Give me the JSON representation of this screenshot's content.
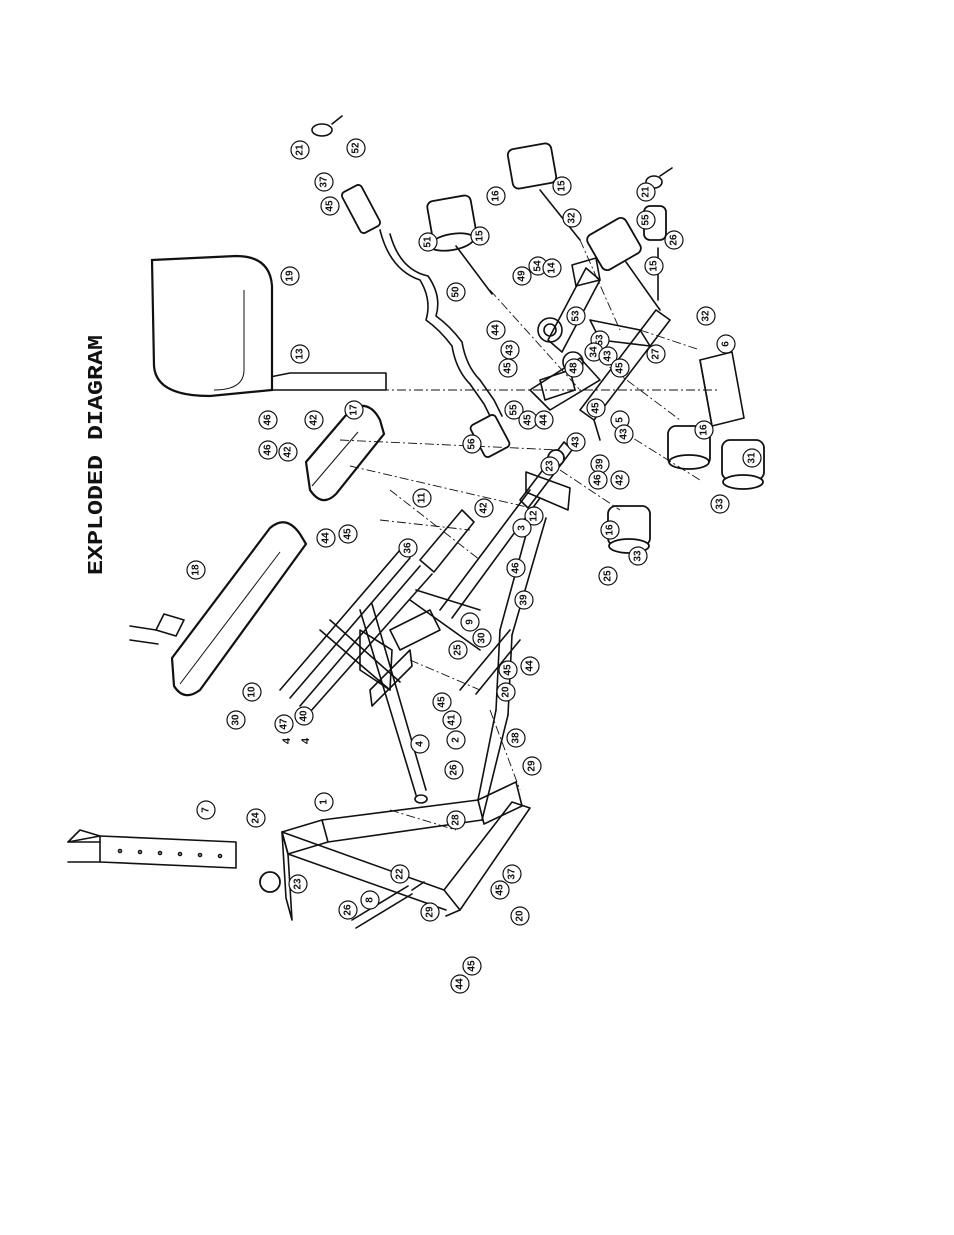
{
  "title": "EXPLODED DIAGRAM",
  "callouts": [
    {
      "id": "p21a",
      "label": "21"
    },
    {
      "id": "p52",
      "label": "52"
    },
    {
      "id": "p37a",
      "label": "37"
    },
    {
      "id": "p45a",
      "label": "45"
    },
    {
      "id": "p51",
      "label": "51"
    },
    {
      "id": "p50",
      "label": "50"
    },
    {
      "id": "p16a",
      "label": "16"
    },
    {
      "id": "p15a",
      "label": "15"
    },
    {
      "id": "p15b",
      "label": "15"
    },
    {
      "id": "p32a",
      "label": "32"
    },
    {
      "id": "p21b",
      "label": "21"
    },
    {
      "id": "p55",
      "label": "55"
    },
    {
      "id": "p26a",
      "label": "26"
    },
    {
      "id": "p15c",
      "label": "15"
    },
    {
      "id": "p54",
      "label": "54"
    },
    {
      "id": "p14",
      "label": "14"
    },
    {
      "id": "p49",
      "label": "49"
    },
    {
      "id": "p19",
      "label": "19"
    },
    {
      "id": "p13",
      "label": "13"
    },
    {
      "id": "p44a",
      "label": "44"
    },
    {
      "id": "p43a",
      "label": "43"
    },
    {
      "id": "p53a",
      "label": "53"
    },
    {
      "id": "p53b",
      "label": "53"
    },
    {
      "id": "p34",
      "label": "34"
    },
    {
      "id": "p45b",
      "label": "45"
    },
    {
      "id": "p48",
      "label": "48"
    },
    {
      "id": "p43b",
      "label": "43"
    },
    {
      "id": "p27",
      "label": "27"
    },
    {
      "id": "p32b",
      "label": "32"
    },
    {
      "id": "p6",
      "label": "6"
    },
    {
      "id": "p45c",
      "label": "45"
    },
    {
      "id": "p55b",
      "label": "55"
    },
    {
      "id": "p45d",
      "label": "45"
    },
    {
      "id": "p44b",
      "label": "44"
    },
    {
      "id": "p5",
      "label": "5"
    },
    {
      "id": "p43c",
      "label": "43"
    },
    {
      "id": "p45e",
      "label": "45"
    },
    {
      "id": "p17",
      "label": "17"
    },
    {
      "id": "p46a",
      "label": "46"
    },
    {
      "id": "p42a",
      "label": "42"
    },
    {
      "id": "p46b",
      "label": "46"
    },
    {
      "id": "p42b",
      "label": "42"
    },
    {
      "id": "p56",
      "label": "56"
    },
    {
      "id": "p23a",
      "label": "23"
    },
    {
      "id": "p39a",
      "label": "39"
    },
    {
      "id": "p43d",
      "label": "43"
    },
    {
      "id": "p16b",
      "label": "16"
    },
    {
      "id": "p31",
      "label": "31"
    },
    {
      "id": "p46c",
      "label": "46"
    },
    {
      "id": "p42c",
      "label": "42"
    },
    {
      "id": "p33a",
      "label": "33"
    },
    {
      "id": "p11",
      "label": "11"
    },
    {
      "id": "p12",
      "label": "12"
    },
    {
      "id": "p42d",
      "label": "42"
    },
    {
      "id": "p3",
      "label": "3"
    },
    {
      "id": "p16c",
      "label": "16"
    },
    {
      "id": "p33b",
      "label": "33"
    },
    {
      "id": "p25a",
      "label": "25"
    },
    {
      "id": "p46d",
      "label": "46"
    },
    {
      "id": "p36",
      "label": "36"
    },
    {
      "id": "p45f",
      "label": "45"
    },
    {
      "id": "p44c",
      "label": "44"
    },
    {
      "id": "p18",
      "label": "18"
    },
    {
      "id": "p39b",
      "label": "39"
    },
    {
      "id": "p9",
      "label": "9"
    },
    {
      "id": "p30a",
      "label": "30"
    },
    {
      "id": "p25b",
      "label": "25"
    },
    {
      "id": "p44d",
      "label": "44"
    },
    {
      "id": "p45g",
      "label": "45"
    },
    {
      "id": "p20a",
      "label": "20"
    },
    {
      "id": "p10",
      "label": "10"
    },
    {
      "id": "p30b",
      "label": "30"
    },
    {
      "id": "p47",
      "label": "47"
    },
    {
      "id": "p40",
      "label": "40"
    },
    {
      "id": "p45h",
      "label": "45"
    },
    {
      "id": "p41",
      "label": "41"
    },
    {
      "id": "p4",
      "label": "4"
    },
    {
      "id": "p2",
      "label": "2"
    },
    {
      "id": "p38",
      "label": "38"
    },
    {
      "id": "p26b",
      "label": "26"
    },
    {
      "id": "p29a",
      "label": "29"
    },
    {
      "id": "p28",
      "label": "28"
    },
    {
      "id": "p1",
      "label": "1"
    },
    {
      "id": "p7",
      "label": "7"
    },
    {
      "id": "p24",
      "label": "24"
    },
    {
      "id": "p23b",
      "label": "23"
    },
    {
      "id": "p22",
      "label": "22"
    },
    {
      "id": "p37b",
      "label": "37"
    },
    {
      "id": "p45i",
      "label": "45"
    },
    {
      "id": "p8",
      "label": "8"
    },
    {
      "id": "p26c",
      "label": "26"
    },
    {
      "id": "p29b",
      "label": "29"
    },
    {
      "id": "p20b",
      "label": "20"
    },
    {
      "id": "p45j",
      "label": "45"
    },
    {
      "id": "p44e",
      "label": "44"
    }
  ],
  "quantity_marks": [
    {
      "id": "q47",
      "label": "4"
    },
    {
      "id": "q40",
      "label": "4"
    }
  ]
}
